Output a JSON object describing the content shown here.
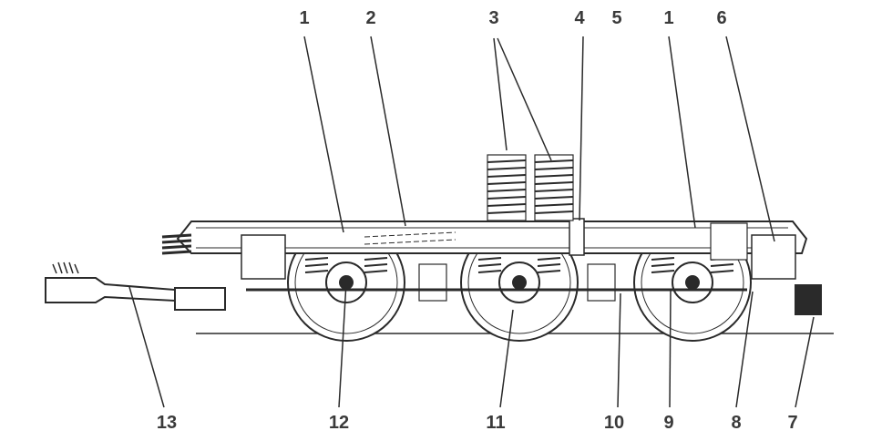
{
  "labels": {
    "l1a": "1",
    "l2": "2",
    "l3": "3",
    "l4": "4",
    "l5": "5",
    "l1b": "1",
    "l6": "6",
    "l13": "13",
    "l12": "12",
    "l11": "11",
    "l10": "10",
    "l9": "9",
    "l8": "8",
    "l7": "7"
  },
  "colors": {
    "ink": "#2a2a2a",
    "label": "#3a3a3a",
    "background": "#ffffff"
  }
}
